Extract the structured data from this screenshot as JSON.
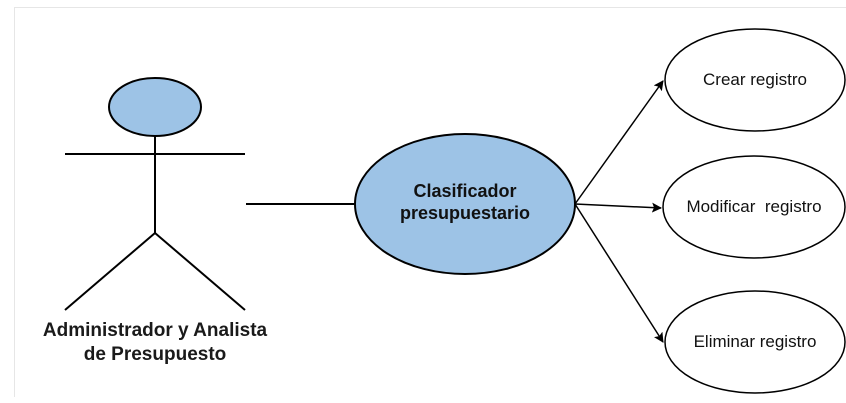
{
  "diagram": {
    "type": "use-case",
    "actor": {
      "label_line1": "Administrador y Analista",
      "label_line2": "de Presupuesto",
      "head_fill": "#9dc3e6"
    },
    "main_use_case": {
      "label_line1": "Clasificador",
      "label_line2": "presupuestario",
      "fill": "#9dc3e6"
    },
    "use_cases": [
      {
        "label": "Crear registro"
      },
      {
        "label": "Modificar  registro"
      },
      {
        "label": "Eliminar registro"
      }
    ],
    "colors": {
      "stroke": "#000000",
      "use_case_fill": "#ffffff"
    }
  }
}
